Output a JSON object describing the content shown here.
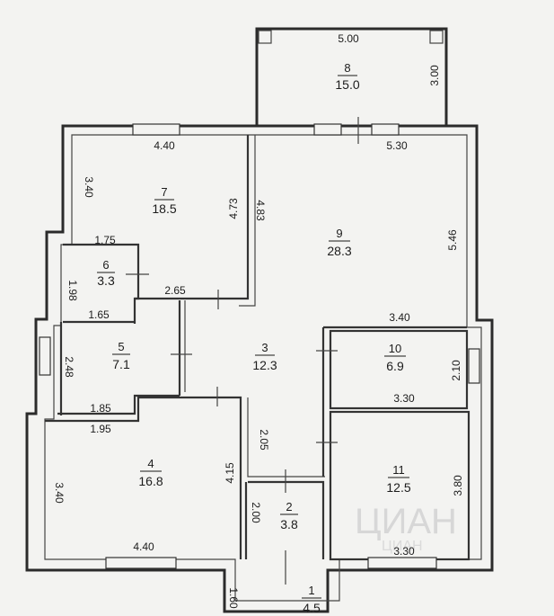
{
  "rooms": [
    {
      "id": "1",
      "number": "1",
      "area": "4.5"
    },
    {
      "id": "2",
      "number": "2",
      "area": "3.8"
    },
    {
      "id": "3",
      "number": "3",
      "area": "12.3"
    },
    {
      "id": "4",
      "number": "4",
      "area": "16.8"
    },
    {
      "id": "5",
      "number": "5",
      "area": "7.1"
    },
    {
      "id": "6",
      "number": "6",
      "area": "3.3"
    },
    {
      "id": "7",
      "number": "7",
      "area": "18.5"
    },
    {
      "id": "8",
      "number": "8",
      "area": "15.0"
    },
    {
      "id": "9",
      "number": "9",
      "area": "28.3"
    },
    {
      "id": "10",
      "number": "10",
      "area": "6.9"
    },
    {
      "id": "11",
      "number": "11",
      "area": "12.5"
    }
  ],
  "dimensions": {
    "d8_width": "5.00",
    "d8_depth": "3.00",
    "d7_width": "4.40",
    "d7_height": "3.40",
    "d7_side": "4.73",
    "d9_top": "5.30",
    "d9_left": "4.83",
    "d9_right": "5.46",
    "d9_bottom": "3.40",
    "d6_top": "1.75",
    "d6_side": "1.98",
    "d6_bottom": "1.65",
    "d3_top": "2.65",
    "d3_side": "2.05",
    "d5_side": "2.48",
    "d5_bottom": "1.85",
    "d4_top": "1.95",
    "d4_left": "3.40",
    "d4_right": "4.15",
    "d4_bottom": "4.40",
    "d10_side": "2.10",
    "d10_bottom": "3.30",
    "d11_side": "3.80",
    "d11_bottom": "3.30",
    "d2_side": "2.00",
    "d1_side": "1.60"
  },
  "watermark": {
    "logo_text": "ЦИАН",
    "sub_text": "ЦИАН"
  }
}
